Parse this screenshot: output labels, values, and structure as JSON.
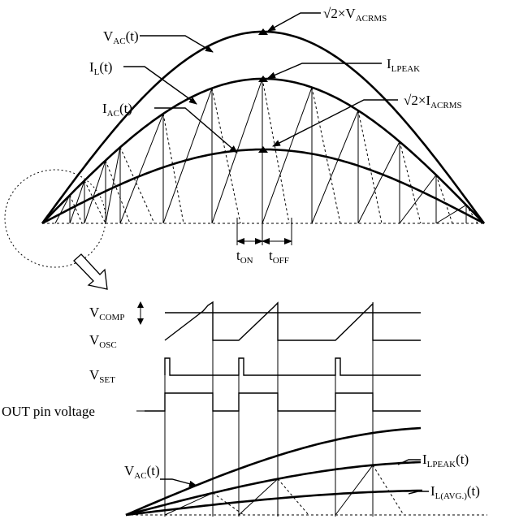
{
  "top": {
    "vac": {
      "main": "V",
      "sub": "AC",
      "tail": "(t)"
    },
    "il": {
      "main": "I",
      "sub": "L",
      "tail": "(t)"
    },
    "iac": {
      "main": "I",
      "sub": "AC",
      "tail": "(t)"
    },
    "vacrms": {
      "prefix": "√2×V",
      "sub": "ACRMS"
    },
    "ilpeak": {
      "main": "I",
      "sub": "LPEAK"
    },
    "iacrms": {
      "prefix": "√2×I",
      "sub": "ACRMS"
    },
    "ton": {
      "main": "t",
      "sub": "ON"
    },
    "toff": {
      "main": "t",
      "sub": "OFF"
    }
  },
  "bottom": {
    "vcomp": {
      "main": "V",
      "sub": "COMP"
    },
    "vosc": {
      "main": "V",
      "sub": "OSC"
    },
    "vset": {
      "main": "V",
      "sub": "SET"
    },
    "out": "OUT pin voltage",
    "vac": {
      "main": "V",
      "sub": "AC",
      "tail": "(t)"
    },
    "ilpeak": {
      "main": "I",
      "sub": "LPEAK",
      "tail": "(t)"
    },
    "ilavg": {
      "main": "I",
      "sub": "L(AVG.)",
      "tail": "(t)"
    }
  }
}
